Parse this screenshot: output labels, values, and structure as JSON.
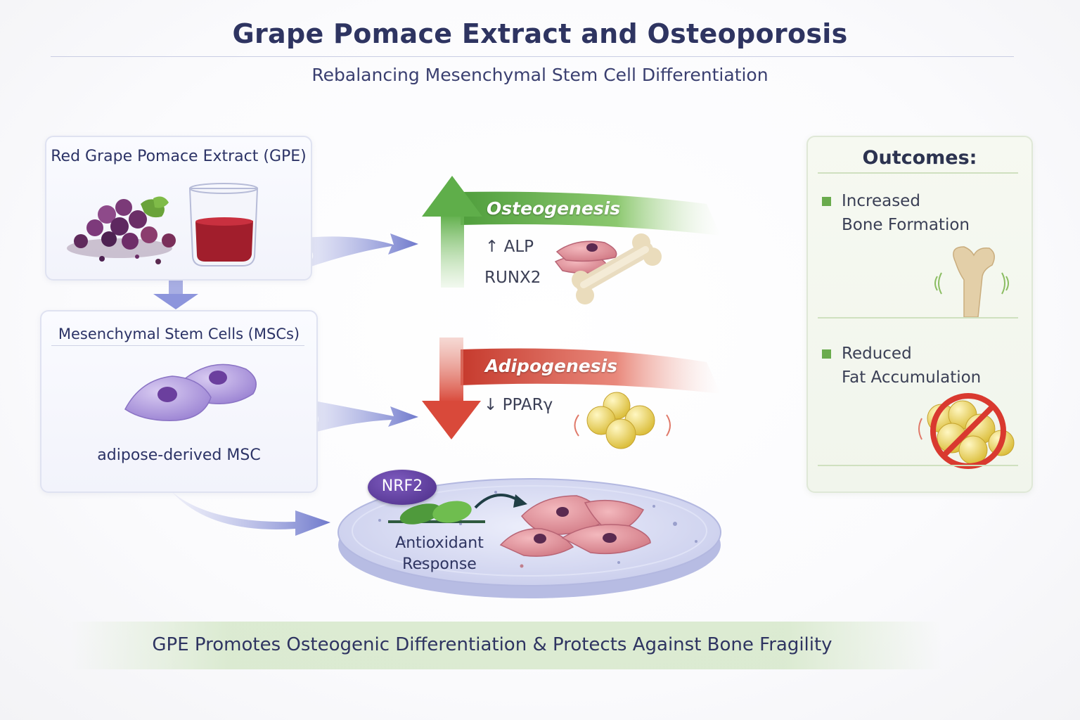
{
  "header": {
    "title": "Grape Pomace Extract and Osteoporosis",
    "subtitle": "Rebalancing Mesenchymal Stem Cell Differentiation"
  },
  "gpe_panel": {
    "title": "Red Grape Pomace Extract (GPE)"
  },
  "msc_panel": {
    "title": "Mesenchymal Stem Cells (MSCs)",
    "caption": "adipose-derived MSC"
  },
  "osteogenesis": {
    "label": "Osteogenesis",
    "marker_1": "↑ ALP",
    "marker_2": "RUNX2",
    "color": "#5fae4a"
  },
  "adipogenesis": {
    "label": "Adipogenesis",
    "marker_1": "↓ PPARγ",
    "color": "#d9493a"
  },
  "antioxidant": {
    "badge": "NRF2",
    "label_line_1": "Antioxidant",
    "label_line_2": "Response"
  },
  "outcomes": {
    "title": "Outcomes:",
    "item_1_line_1": "Increased",
    "item_1_line_2": "Bone Formation",
    "item_2_line_1": "Reduced",
    "item_2_line_2": "Fat Accumulation"
  },
  "footer": {
    "text": "GPE Promotes Osteogenic Differentiation & Protects Against Bone Fragility"
  }
}
